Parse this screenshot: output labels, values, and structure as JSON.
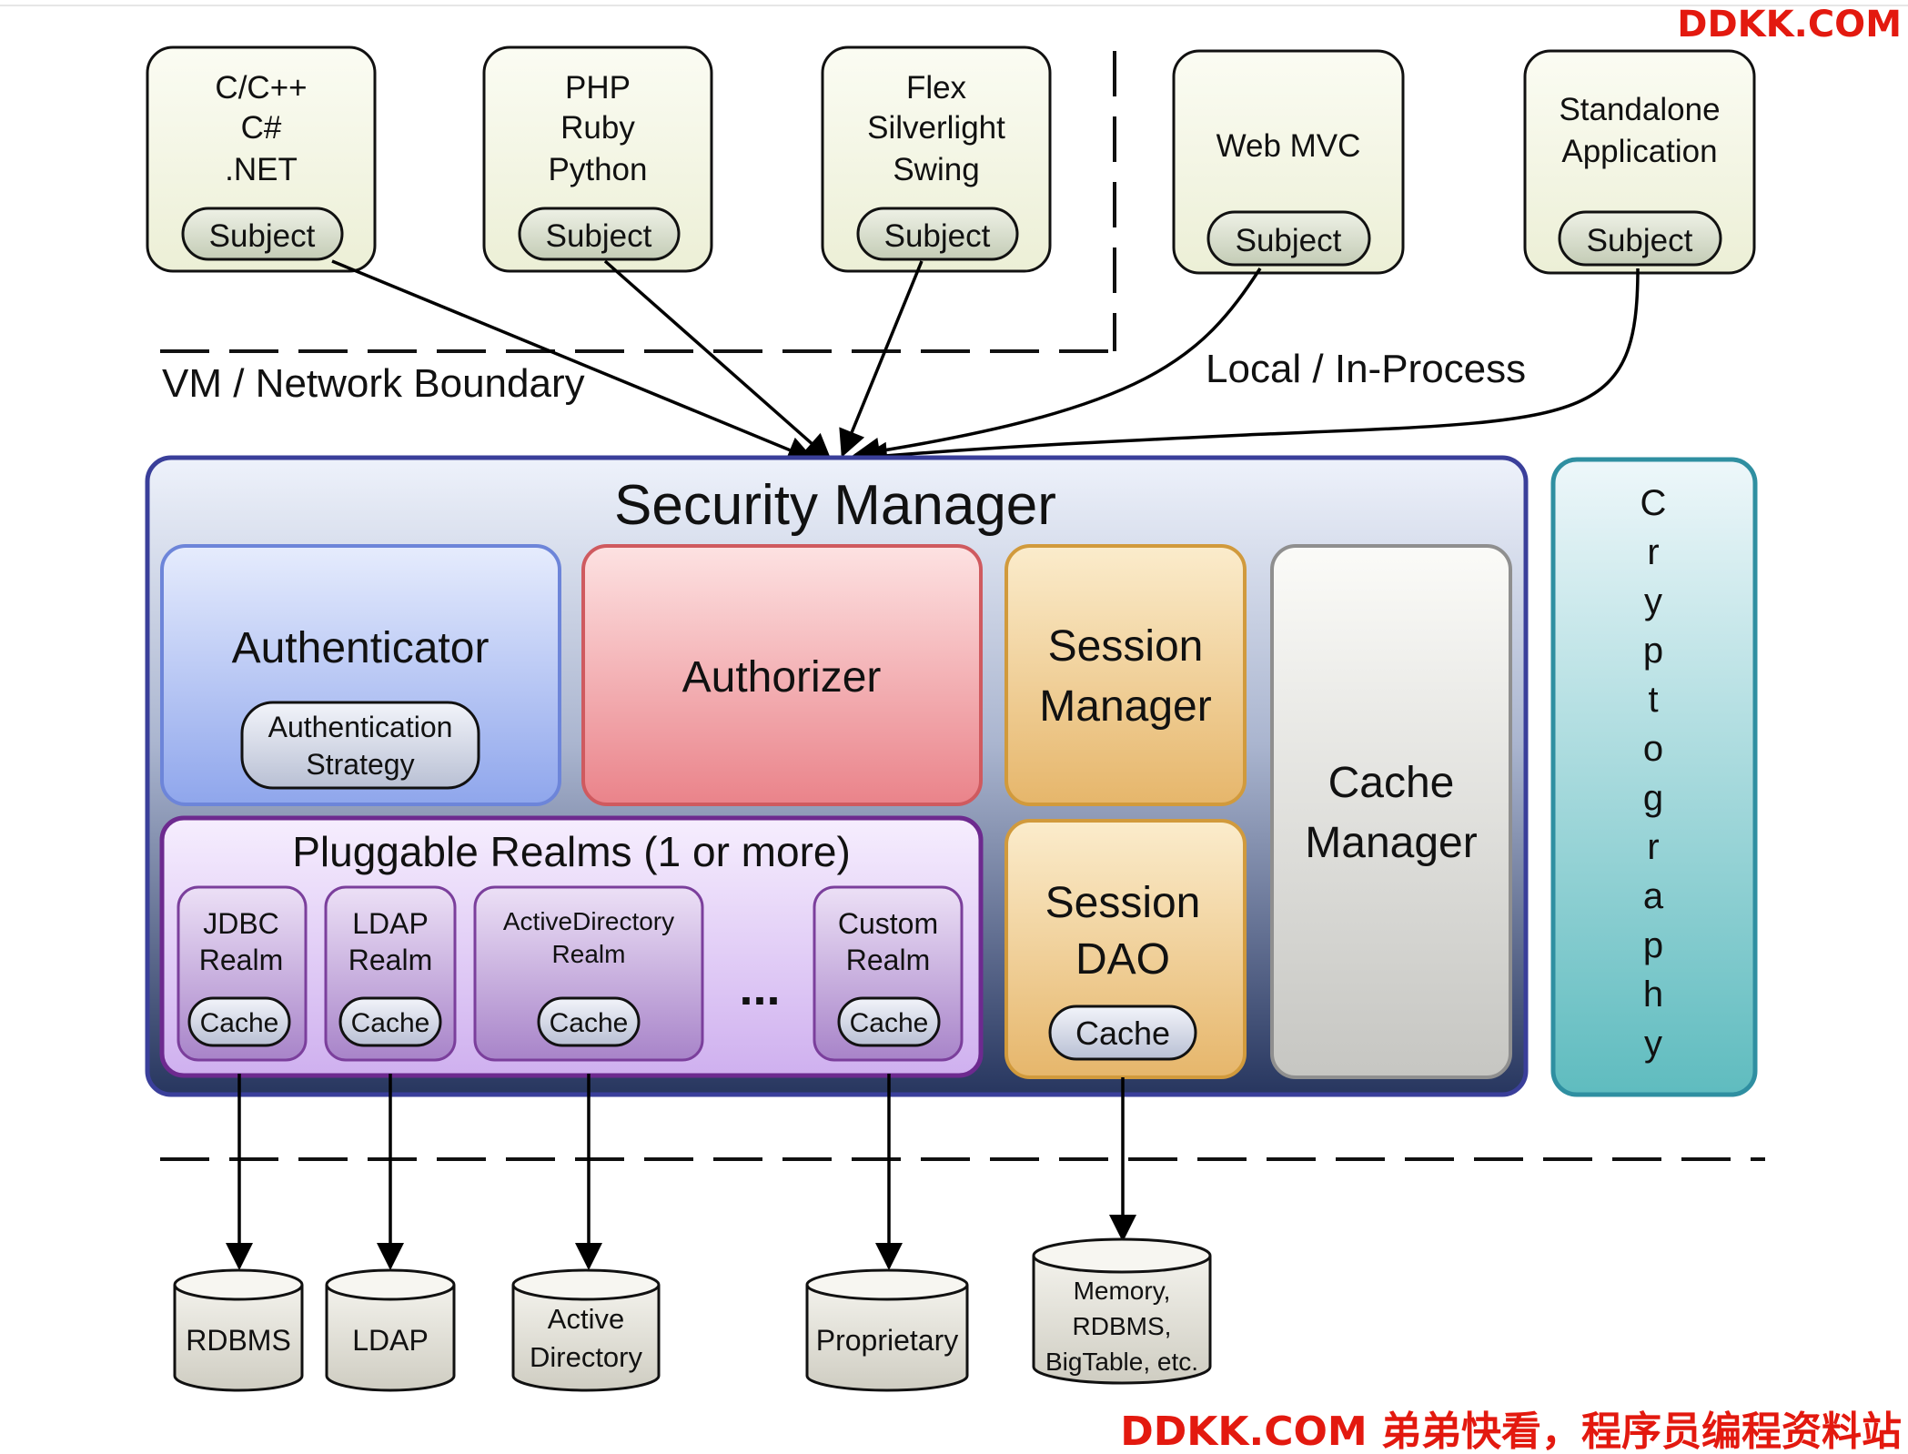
{
  "watermark": {
    "top": "DDKK.COM",
    "bottom": "DDKK.COM 弟弟快看，程序员编程资料站"
  },
  "clients": [
    {
      "lines": [
        "C/C++",
        "C#",
        ".NET"
      ],
      "subject": "Subject"
    },
    {
      "lines": [
        "PHP",
        "Ruby",
        "Python"
      ],
      "subject": "Subject"
    },
    {
      "lines": [
        "Flex",
        "Silverlight",
        "Swing"
      ],
      "subject": "Subject"
    },
    {
      "lines": [
        "Web MVC"
      ],
      "subject": "Subject"
    },
    {
      "lines": [
        "Standalone",
        "Application"
      ],
      "subject": "Subject"
    }
  ],
  "boundaries": {
    "vm_network": "VM / Network Boundary",
    "local": "Local / In-Process"
  },
  "security_manager": {
    "title": "Security Manager",
    "authenticator": {
      "title": "Authenticator",
      "strategy_line1": "Authentication",
      "strategy_line2": "Strategy"
    },
    "authorizer": {
      "title": "Authorizer"
    },
    "session_manager": {
      "line1": "Session",
      "line2": "Manager"
    },
    "session_dao": {
      "line1": "Session",
      "line2": "DAO",
      "cache": "Cache"
    },
    "cache_manager": {
      "line1": "Cache",
      "line2": "Manager"
    },
    "realms": {
      "title": "Pluggable Realms (1 or more)",
      "ellipsis": "...",
      "items": [
        {
          "line1": "JDBC",
          "line2": "Realm",
          "cache": "Cache"
        },
        {
          "line1": "LDAP",
          "line2": "Realm",
          "cache": "Cache"
        },
        {
          "line1": "ActiveDirectory",
          "line2": "Realm",
          "cache": "Cache"
        },
        {
          "line1": "Custom",
          "line2": "Realm",
          "cache": "Cache"
        }
      ]
    }
  },
  "cryptography": {
    "letters": [
      "C",
      "r",
      "y",
      "p",
      "t",
      "o",
      "g",
      "r",
      "a",
      "p",
      "h",
      "y"
    ]
  },
  "datastores": [
    {
      "lines": [
        "RDBMS"
      ]
    },
    {
      "lines": [
        "LDAP"
      ]
    },
    {
      "lines": [
        "Active",
        "Directory"
      ]
    },
    {
      "lines": [
        "Proprietary"
      ]
    },
    {
      "lines": [
        "Memory,",
        "RDBMS,",
        "BigTable, etc."
      ]
    }
  ]
}
